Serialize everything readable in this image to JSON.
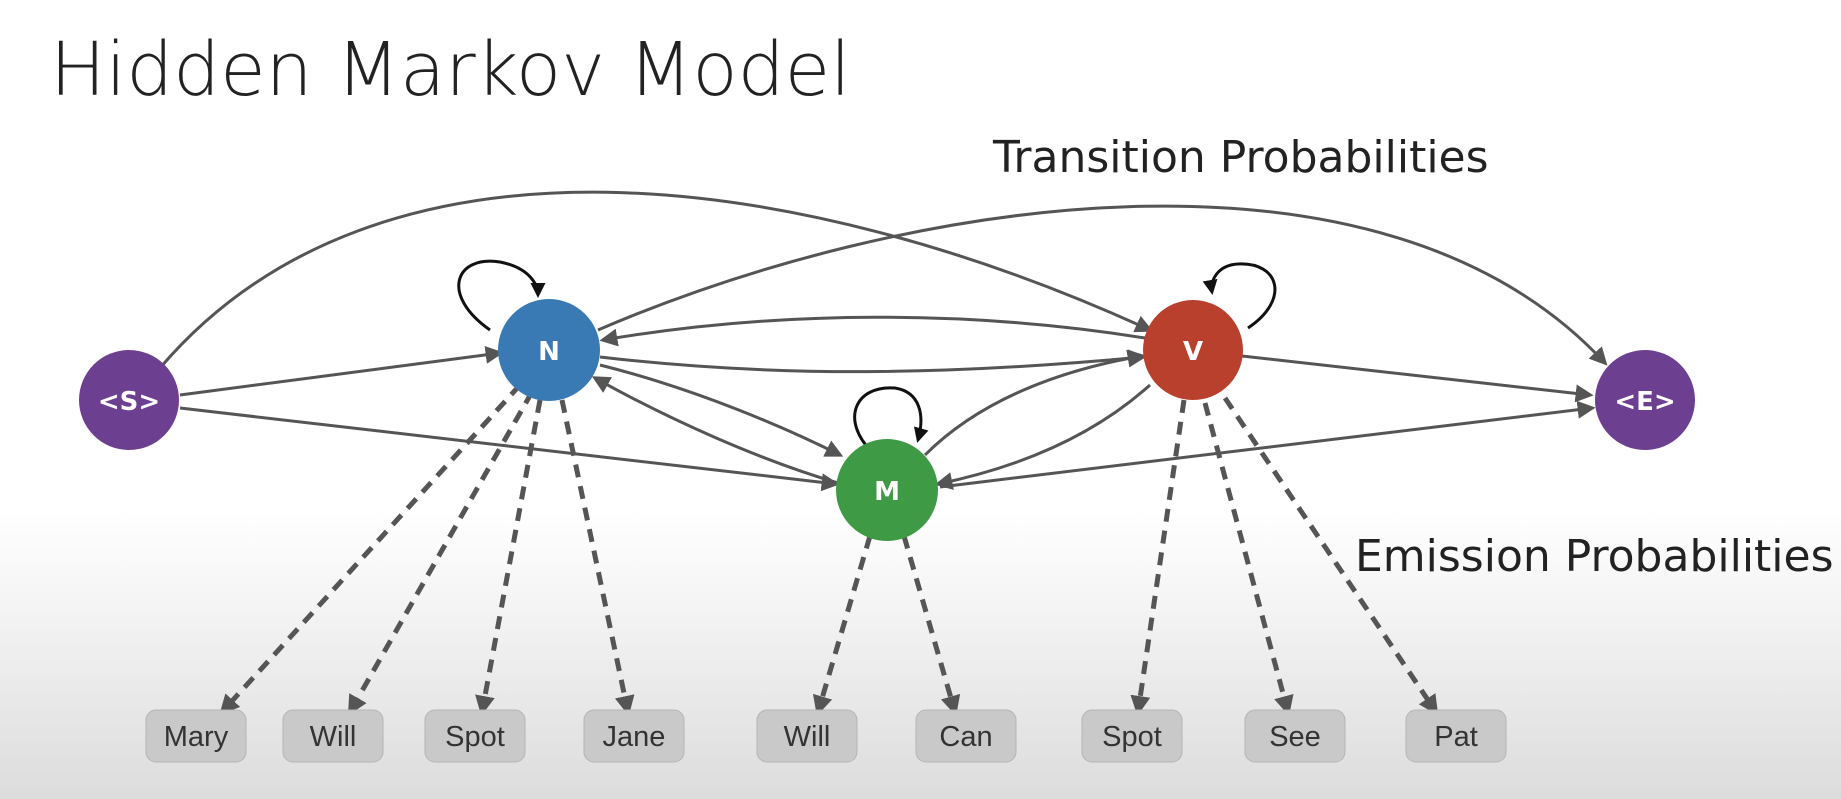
{
  "title": "Hidden Markov Model",
  "labels": {
    "transition": "Transition Probabilities",
    "emission": "Emission Probabilities"
  },
  "states": [
    {
      "id": "S",
      "label": "<S>",
      "color": "#6d3f91"
    },
    {
      "id": "N",
      "label": "N",
      "color": "#3a7ab4"
    },
    {
      "id": "M",
      "label": "M",
      "color": "#3f9a45"
    },
    {
      "id": "V",
      "label": "V",
      "color": "#b8402d"
    },
    {
      "id": "E",
      "label": "<E>",
      "color": "#6d3f91"
    }
  ],
  "transitions": [
    [
      "S",
      "N"
    ],
    [
      "S",
      "M"
    ],
    [
      "S",
      "V"
    ],
    [
      "N",
      "N"
    ],
    [
      "N",
      "M"
    ],
    [
      "N",
      "V"
    ],
    [
      "N",
      "E"
    ],
    [
      "M",
      "M"
    ],
    [
      "M",
      "N"
    ],
    [
      "M",
      "V"
    ],
    [
      "V",
      "V"
    ],
    [
      "V",
      "N"
    ],
    [
      "V",
      "M"
    ],
    [
      "V",
      "E"
    ],
    [
      "M",
      "E"
    ]
  ],
  "emissions": [
    {
      "state": "N",
      "words": [
        "Mary",
        "Will",
        "Spot",
        "Jane"
      ]
    },
    {
      "state": "M",
      "words": [
        "Will",
        "Can"
      ]
    },
    {
      "state": "V",
      "words": [
        "Spot",
        "See",
        "Pat"
      ]
    }
  ],
  "colors": {
    "edge": "#555555",
    "word_box": "#c9c9c9",
    "background": "#ffffff"
  }
}
